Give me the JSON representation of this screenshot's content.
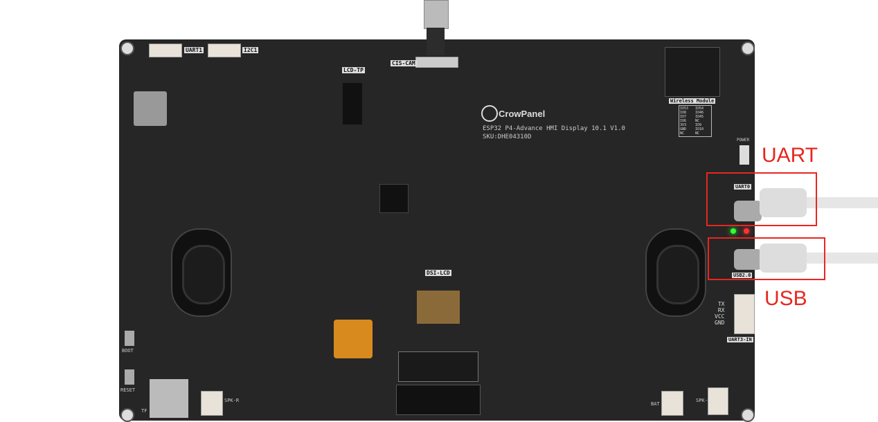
{
  "board": {
    "brand": "CrowPanel",
    "title": "ESP32 P4-Advance HMI Display 10.1 V1.0",
    "sku": "SKU:DHE04310D",
    "labels": {
      "uart1": "UART1",
      "i2c1": "I2C1",
      "lcd_tp": "LCD-TP",
      "cis_cam": "CIS-CAM",
      "wireless": "Wireless Module",
      "power": "POWER",
      "uart0": "UART0",
      "usb20": "USB2.0",
      "uart3": "UART3-IN",
      "dsi_lcd": "DSI-LCD",
      "boot": "BOOT",
      "reset": "RESET",
      "tf": "TF",
      "spk_r": "SPK-R",
      "spk_l": "SPK-L",
      "bat": "BAT"
    },
    "uart3_pins": [
      "TX",
      "RX",
      "VCC",
      "GND"
    ],
    "wireless_pins": [
      "IO53",
      "IO54",
      "IO8",
      "IO46",
      "IO7",
      "IO45",
      "IO6",
      "NC",
      "3V3",
      "IO9",
      "GND",
      "IO10",
      "NC",
      "NC"
    ]
  },
  "annotations": {
    "uart": "UART",
    "usb": "USB",
    "color": "#e8261f"
  }
}
